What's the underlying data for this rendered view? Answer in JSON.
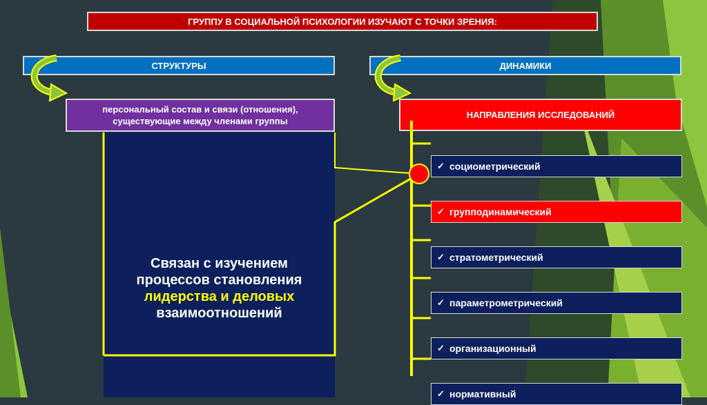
{
  "title": "ГРУППУ В СОЦИАЛЬНОЙ ПСИХОЛОГИИ ИЗУЧАЮТ С ТОЧКИ ЗРЕНИЯ:",
  "structure": {
    "header": "СТРУКТУРЫ",
    "definition_line1": "персональный состав и связи (отношения),",
    "definition_line2": "существующие между членами группы"
  },
  "dynamics": {
    "header": "ДИНАМИКИ",
    "directions_header": "НАПРАВЛЕНИЯ ИССЛЕДОВАНИЙ",
    "items": [
      {
        "label": "социометрический",
        "highlight": false
      },
      {
        "label": "групподинамический",
        "highlight": true
      },
      {
        "label": "стратометрический",
        "highlight": false
      },
      {
        "label": "параметрометрический",
        "highlight": false
      },
      {
        "label": "организационный",
        "highlight": false
      },
      {
        "label": "нормативный",
        "highlight": false
      }
    ]
  },
  "callout": {
    "line1": "Связан с изучением",
    "line2": "процессов становления",
    "line3": "лидерства и деловых",
    "line4": "взаимоотношений"
  },
  "icons": {
    "check": "✓",
    "arrow": "curved-arrow-icon"
  },
  "colors": {
    "background": "#2b3a40",
    "title_bar": "#c00000",
    "header_bar": "#0070c0",
    "purple_box": "#7030a0",
    "red_box": "#ff0000",
    "navy": "#0d1f5c",
    "accent_yellow": "#ffff00",
    "green_decor": "#7ab030"
  }
}
